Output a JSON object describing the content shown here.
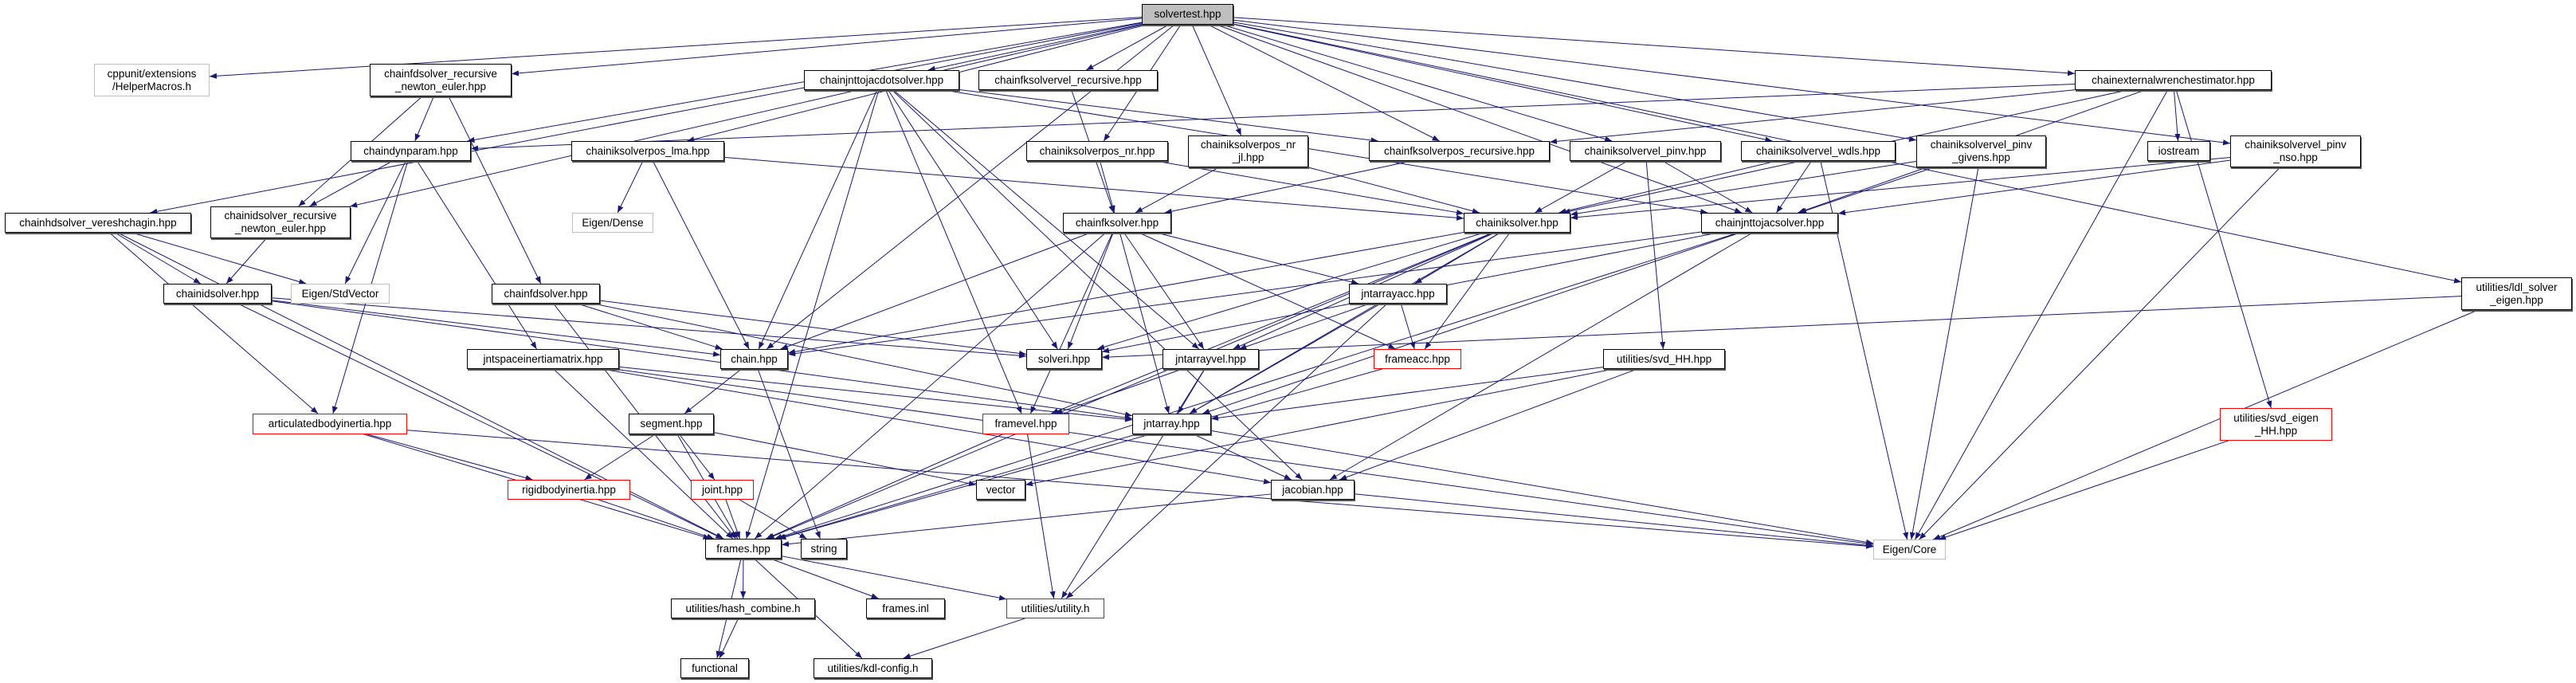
{
  "title": "solvertest.hpp",
  "colors": {
    "edge": "#191970",
    "root_fill": "#bfbfbf",
    "truncated_border": "#ff0000",
    "external_border": "#bfbfbf",
    "node_border": "#000000"
  },
  "legend_meaning": {},
  "nodes": [
    {
      "id": "solvertest",
      "label": "solvertest.hpp",
      "kind": "root"
    },
    {
      "id": "cppunit",
      "label": "cppunit/extensions\n/HelperMacros.h",
      "kind": "ext"
    },
    {
      "id": "fdrne",
      "label": "chainfdsolver_recursive\n_newton_euler.hpp",
      "kind": "normal"
    },
    {
      "id": "jnttojacdot",
      "label": "chainjnttojacdotsolver.hpp",
      "kind": "normal"
    },
    {
      "id": "fkvelrec",
      "label": "chainfksolvervel_recursive.hpp",
      "kind": "normal"
    },
    {
      "id": "extwrench",
      "label": "chainexternalwrenchestimator.hpp",
      "kind": "normal"
    },
    {
      "id": "dynparam",
      "label": "chaindynparam.hpp",
      "kind": "normal"
    },
    {
      "id": "poslma",
      "label": "chainiksolverpos_lma.hpp",
      "kind": "normal"
    },
    {
      "id": "posnr",
      "label": "chainiksolverpos_nr.hpp",
      "kind": "normal"
    },
    {
      "id": "posnrjl",
      "label": "chainiksolverpos_nr\n_jl.hpp",
      "kind": "normal"
    },
    {
      "id": "fkposrec",
      "label": "chainfksolverpos_recursive.hpp",
      "kind": "normal"
    },
    {
      "id": "velpinv",
      "label": "chainiksolvervel_pinv.hpp",
      "kind": "normal"
    },
    {
      "id": "velwdls",
      "label": "chainiksolvervel_wdls.hpp",
      "kind": "normal"
    },
    {
      "id": "velgivens",
      "label": "chainiksolvervel_pinv\n_givens.hpp",
      "kind": "normal"
    },
    {
      "id": "iostream",
      "label": "iostream",
      "kind": "normal"
    },
    {
      "id": "velnso",
      "label": "chainiksolvervel_pinv\n_nso.hpp",
      "kind": "normal"
    },
    {
      "id": "hdvere",
      "label": "chainhdsolver_vereshchagin.hpp",
      "kind": "normal"
    },
    {
      "id": "idrne",
      "label": "chainidsolver_recursive\n_newton_euler.hpp",
      "kind": "normal"
    },
    {
      "id": "eigendense",
      "label": "Eigen/Dense",
      "kind": "ext"
    },
    {
      "id": "fksolver",
      "label": "chainfksolver.hpp",
      "kind": "normal"
    },
    {
      "id": "iksolver",
      "label": "chainiksolver.hpp",
      "kind": "normal"
    },
    {
      "id": "jnttojac",
      "label": "chainjnttojacsolver.hpp",
      "kind": "normal"
    },
    {
      "id": "ldl",
      "label": "utilities/ldl_solver\n_eigen.hpp",
      "kind": "normal"
    },
    {
      "id": "idsolver",
      "label": "chainidsolver.hpp",
      "kind": "normal"
    },
    {
      "id": "stdvector",
      "label": "Eigen/StdVector",
      "kind": "ext"
    },
    {
      "id": "fdsolver",
      "label": "chainfdsolver.hpp",
      "kind": "normal"
    },
    {
      "id": "jntarrayacc",
      "label": "jntarrayacc.hpp",
      "kind": "normal"
    },
    {
      "id": "chain",
      "label": "chain.hpp",
      "kind": "normal"
    },
    {
      "id": "jsim",
      "label": "jntspaceinertiamatrix.hpp",
      "kind": "normal"
    },
    {
      "id": "solveri",
      "label": "solveri.hpp",
      "kind": "normal"
    },
    {
      "id": "jntarrayvel",
      "label": "jntarrayvel.hpp",
      "kind": "normal"
    },
    {
      "id": "frameacc",
      "label": "frameacc.hpp",
      "kind": "red"
    },
    {
      "id": "svdhh",
      "label": "utilities/svd_HH.hpp",
      "kind": "normal"
    },
    {
      "id": "abi",
      "label": "articulatedbodyinertia.hpp",
      "kind": "red"
    },
    {
      "id": "segment",
      "label": "segment.hpp",
      "kind": "normal"
    },
    {
      "id": "framevel",
      "label": "framevel.hpp",
      "kind": "red"
    },
    {
      "id": "jntarray",
      "label": "jntarray.hpp",
      "kind": "normal"
    },
    {
      "id": "svdeigen",
      "label": "utilities/svd_eigen\n_HH.hpp",
      "kind": "red"
    },
    {
      "id": "rbi",
      "label": "rigidbodyinertia.hpp",
      "kind": "red"
    },
    {
      "id": "joint",
      "label": "joint.hpp",
      "kind": "red"
    },
    {
      "id": "vector",
      "label": "vector",
      "kind": "normal"
    },
    {
      "id": "jacobian",
      "label": "jacobian.hpp",
      "kind": "normal"
    },
    {
      "id": "frames",
      "label": "frames.hpp",
      "kind": "normal"
    },
    {
      "id": "string",
      "label": "string",
      "kind": "normal"
    },
    {
      "id": "eigencore",
      "label": "Eigen/Core",
      "kind": "ext"
    },
    {
      "id": "hash",
      "label": "utilities/hash_combine.h",
      "kind": "normal"
    },
    {
      "id": "framesinl",
      "label": "frames.inl",
      "kind": "normal"
    },
    {
      "id": "utility",
      "label": "utilities/utility.h",
      "kind": "red"
    },
    {
      "id": "functional",
      "label": "functional",
      "kind": "normal"
    },
    {
      "id": "kdlconfig",
      "label": "utilities/kdl-config.h",
      "kind": "normal"
    }
  ],
  "edges": [
    [
      "solvertest",
      "cppunit"
    ],
    [
      "solvertest",
      "fdrne"
    ],
    [
      "solvertest",
      "dynparam"
    ],
    [
      "solvertest",
      "idrne"
    ],
    [
      "solvertest",
      "hdvere"
    ],
    [
      "solvertest",
      "poslma"
    ],
    [
      "solvertest",
      "jnttojacdot"
    ],
    [
      "solvertest",
      "fkvelrec"
    ],
    [
      "solvertest",
      "posnr"
    ],
    [
      "solvertest",
      "posnrjl"
    ],
    [
      "solvertest",
      "fkposrec"
    ],
    [
      "solvertest",
      "velpinv"
    ],
    [
      "solvertest",
      "velwdls"
    ],
    [
      "solvertest",
      "velgivens"
    ],
    [
      "solvertest",
      "velnso"
    ],
    [
      "solvertest",
      "extwrench"
    ],
    [
      "solvertest",
      "chain"
    ],
    [
      "solvertest",
      "jnttojac"
    ],
    [
      "solvertest",
      "ldl"
    ],
    [
      "fdrne",
      "idrne"
    ],
    [
      "fdrne",
      "dynparam"
    ],
    [
      "fdrne",
      "fdsolver"
    ],
    [
      "dynparam",
      "idrne"
    ],
    [
      "dynparam",
      "stdvector"
    ],
    [
      "dynparam",
      "abi"
    ],
    [
      "dynparam",
      "jsim"
    ],
    [
      "idrne",
      "idsolver"
    ],
    [
      "hdvere",
      "idsolver"
    ],
    [
      "hdvere",
      "stdvector"
    ],
    [
      "hdvere",
      "abi"
    ],
    [
      "hdvere",
      "frames"
    ],
    [
      "idsolver",
      "chain"
    ],
    [
      "idsolver",
      "solveri"
    ],
    [
      "idsolver",
      "jntarray"
    ],
    [
      "idsolver",
      "frames"
    ],
    [
      "fdsolver",
      "chain"
    ],
    [
      "fdsolver",
      "solveri"
    ],
    [
      "fdsolver",
      "jntarray"
    ],
    [
      "fdsolver",
      "frames"
    ],
    [
      "poslma",
      "eigendense"
    ],
    [
      "poslma",
      "chain"
    ],
    [
      "poslma",
      "iksolver"
    ],
    [
      "jnttojacdot",
      "chain"
    ],
    [
      "jnttojacdot",
      "solveri"
    ],
    [
      "jnttojacdot",
      "framevel"
    ],
    [
      "jnttojacdot",
      "jntarrayvel"
    ],
    [
      "jnttojacdot",
      "frames"
    ],
    [
      "jnttojacdot",
      "jacobian"
    ],
    [
      "jnttojacdot",
      "fkposrec"
    ],
    [
      "jnttojacdot",
      "jnttojac"
    ],
    [
      "fkvelrec",
      "fksolver"
    ],
    [
      "posnr",
      "fksolver"
    ],
    [
      "posnr",
      "iksolver"
    ],
    [
      "posnrjl",
      "fksolver"
    ],
    [
      "posnrjl",
      "iksolver"
    ],
    [
      "fkposrec",
      "fksolver"
    ],
    [
      "extwrench",
      "dynparam"
    ],
    [
      "extwrench",
      "fkposrec"
    ],
    [
      "extwrench",
      "jnttojac"
    ],
    [
      "extwrench",
      "iostream"
    ],
    [
      "extwrench",
      "svdeigen"
    ],
    [
      "extwrench",
      "eigencore"
    ],
    [
      "extwrench",
      "iksolver"
    ],
    [
      "velpinv",
      "iksolver"
    ],
    [
      "velpinv",
      "jnttojac"
    ],
    [
      "velpinv",
      "svdhh"
    ],
    [
      "velwdls",
      "iksolver"
    ],
    [
      "velwdls",
      "jnttojac"
    ],
    [
      "velwdls",
      "eigencore"
    ],
    [
      "velgivens",
      "iksolver"
    ],
    [
      "velgivens",
      "jnttojac"
    ],
    [
      "velgivens",
      "eigencore"
    ],
    [
      "velnso",
      "iksolver"
    ],
    [
      "velnso",
      "jnttojac"
    ],
    [
      "velnso",
      "eigencore"
    ],
    [
      "ldl",
      "solveri"
    ],
    [
      "ldl",
      "eigencore"
    ],
    [
      "fksolver",
      "chain"
    ],
    [
      "fksolver",
      "solveri"
    ],
    [
      "fksolver",
      "framevel"
    ],
    [
      "fksolver",
      "frameacc"
    ],
    [
      "fksolver",
      "jntarray"
    ],
    [
      "fksolver",
      "jntarrayvel"
    ],
    [
      "fksolver",
      "jntarrayacc"
    ],
    [
      "fksolver",
      "frames"
    ],
    [
      "iksolver",
      "chain"
    ],
    [
      "iksolver",
      "solveri"
    ],
    [
      "iksolver",
      "jntarray"
    ],
    [
      "iksolver",
      "jntarrayvel"
    ],
    [
      "iksolver",
      "jntarrayacc"
    ],
    [
      "iksolver",
      "framevel"
    ],
    [
      "iksolver",
      "frameacc"
    ],
    [
      "iksolver",
      "frames"
    ],
    [
      "jnttojac",
      "chain"
    ],
    [
      "jnttojac",
      "solveri"
    ],
    [
      "jnttojac",
      "jntarray"
    ],
    [
      "jnttojac",
      "jacobian"
    ],
    [
      "jnttojac",
      "frames"
    ],
    [
      "jntarrayacc",
      "jntarray"
    ],
    [
      "jntarrayacc",
      "jntarrayvel"
    ],
    [
      "jntarrayacc",
      "frameacc"
    ],
    [
      "jntarrayacc",
      "utility"
    ],
    [
      "jntarrayvel",
      "jntarray"
    ],
    [
      "jntarrayvel",
      "framevel"
    ],
    [
      "jntarrayvel",
      "utility"
    ],
    [
      "frameacc",
      "frames"
    ],
    [
      "svdhh",
      "jntarray"
    ],
    [
      "svdhh",
      "jacobian"
    ],
    [
      "svdhh",
      "vector"
    ],
    [
      "framevel",
      "frames"
    ],
    [
      "framevel",
      "utility"
    ],
    [
      "jntarray",
      "frames"
    ],
    [
      "jntarray",
      "jacobian"
    ],
    [
      "jntarray",
      "eigencore"
    ],
    [
      "jsim",
      "jntarray"
    ],
    [
      "jsim",
      "frames"
    ],
    [
      "jsim",
      "jacobian"
    ],
    [
      "jsim",
      "eigencore"
    ],
    [
      "chain",
      "segment"
    ],
    [
      "chain",
      "string"
    ],
    [
      "segment",
      "rbi"
    ],
    [
      "segment",
      "joint"
    ],
    [
      "segment",
      "frames"
    ],
    [
      "segment",
      "vector"
    ],
    [
      "abi",
      "rbi"
    ],
    [
      "abi",
      "frames"
    ],
    [
      "abi",
      "eigencore"
    ],
    [
      "rbi",
      "frames"
    ],
    [
      "joint",
      "frames"
    ],
    [
      "joint",
      "string"
    ],
    [
      "jacobian",
      "frames"
    ],
    [
      "jacobian",
      "eigencore"
    ],
    [
      "frames",
      "functional"
    ],
    [
      "frames",
      "hash"
    ],
    [
      "frames",
      "framesinl"
    ],
    [
      "frames",
      "utility"
    ],
    [
      "frames",
      "kdlconfig"
    ],
    [
      "hash",
      "functional"
    ],
    [
      "utility",
      "kdlconfig"
    ],
    [
      "svdeigen",
      "eigencore"
    ]
  ]
}
